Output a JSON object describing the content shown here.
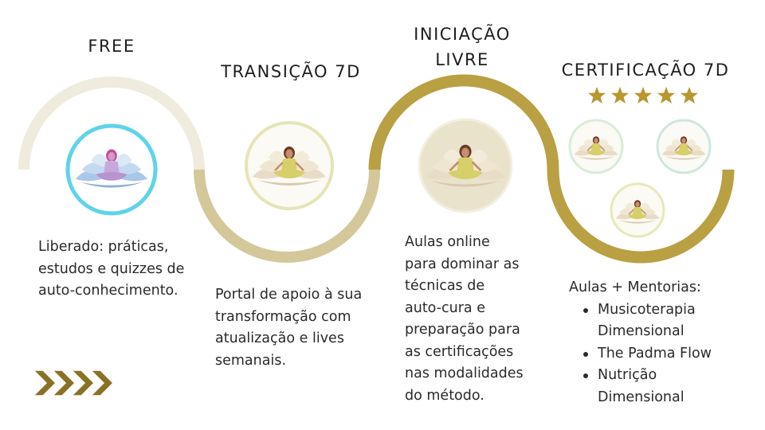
{
  "colors": {
    "track_light": "#efebdd",
    "track_mid": "#d4c89a",
    "track_gold": "#b9a043",
    "star_gold": "#b7982f",
    "chevron_gold": "#8a7125",
    "icon_blue": "#5fd3ea"
  },
  "steps": [
    {
      "title_lines": [
        "FREE"
      ],
      "description_lines": [
        "Liberado: práticas,",
        "estudos e quizzes de",
        "auto-conhecimento."
      ]
    },
    {
      "title_lines": [
        "TRANSIÇÃO 7D"
      ],
      "description_lines": [
        "Portal de apoio à sua",
        "transformação com",
        "atualização e lives",
        "semanais."
      ]
    },
    {
      "title_lines": [
        "INICIAÇÃO",
        "LIVRE"
      ],
      "description_lines": [
        "Aulas online",
        "para dominar as",
        "técnicas de",
        "auto-cura e",
        "preparação para",
        "as certificações",
        "nas modalidades",
        "do método."
      ]
    },
    {
      "title_lines": [
        "CERTIFICAÇÃO 7D"
      ],
      "rating_stars": 5,
      "intro": "Aulas + Mentorias:",
      "bullets": [
        [
          "Musicoterapia",
          "Dimensional"
        ],
        [
          "The Padma Flow"
        ],
        [
          "Nutrição",
          "Dimensional"
        ]
      ]
    }
  ],
  "icons": {
    "lotus": "lotus-meditation-icon",
    "star": "star-icon",
    "chevron": "chevron-right-icon",
    "chevron_count": 4
  }
}
